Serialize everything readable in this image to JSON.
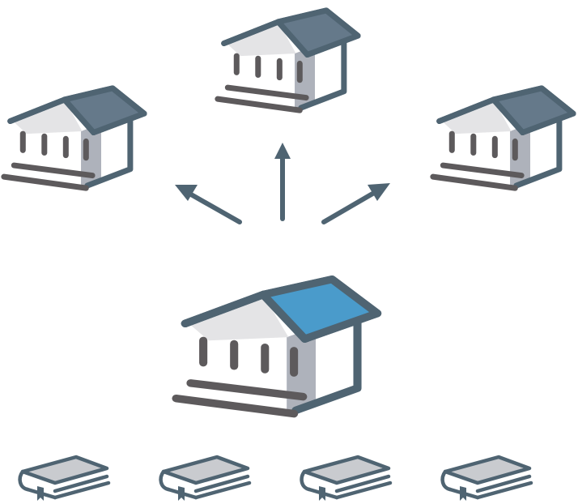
{
  "diagram": {
    "colors": {
      "outline": "#4f6472",
      "roof_main": "#4a9bcb",
      "roof_secondary": "#65798a",
      "wall_shade": "#aeb2bb",
      "gable_fill": "#e4e4e6",
      "column": "#5d5a5c",
      "book_cover": "#c9cbcf",
      "book_pages": "#ffffff"
    },
    "central_building": {
      "icon": "bank-building-icon",
      "roof_color": "#4a9bcb"
    },
    "satellite_buildings": [
      {
        "icon": "bank-building-icon",
        "position": "top-left"
      },
      {
        "icon": "bank-building-icon",
        "position": "top-center"
      },
      {
        "icon": "bank-building-icon",
        "position": "top-right"
      }
    ],
    "arrows": [
      {
        "icon": "arrow-icon",
        "direction": "up-left"
      },
      {
        "icon": "arrow-icon",
        "direction": "up"
      },
      {
        "icon": "arrow-icon",
        "direction": "up-right"
      }
    ],
    "books": [
      {
        "icon": "book-icon"
      },
      {
        "icon": "book-icon"
      },
      {
        "icon": "book-icon"
      },
      {
        "icon": "book-icon"
      }
    ]
  }
}
